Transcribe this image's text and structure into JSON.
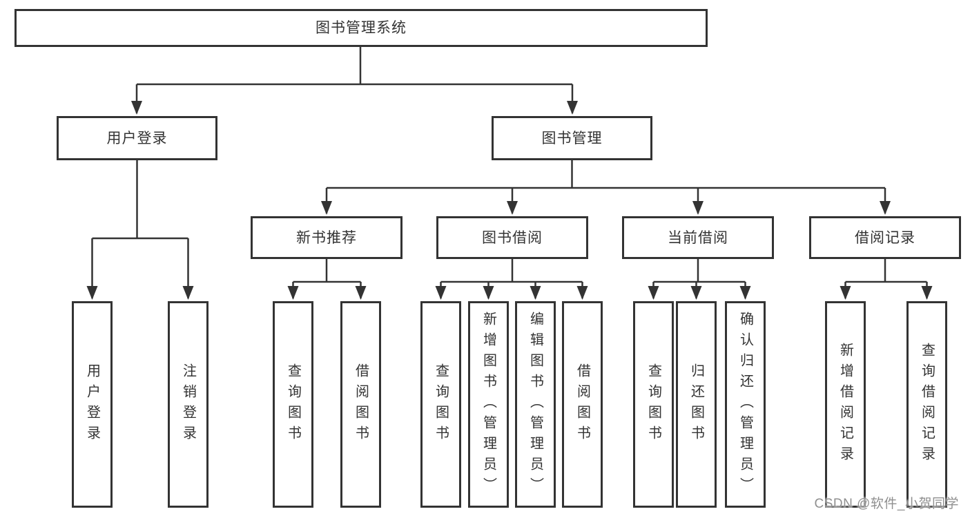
{
  "diagram": {
    "root": {
      "label": "图书管理系统"
    },
    "level2": [
      {
        "label": "用户登录"
      },
      {
        "label": "图书管理"
      }
    ],
    "level3": [
      {
        "label": "新书推荐"
      },
      {
        "label": "图书借阅"
      },
      {
        "label": "当前借阅"
      },
      {
        "label": "借阅记录"
      }
    ],
    "leaves": [
      {
        "label": "用户登录"
      },
      {
        "label": "注销登录"
      },
      {
        "label": "查询图书"
      },
      {
        "label": "借阅图书"
      },
      {
        "label": "查询图书"
      },
      {
        "label": "新增图书（管理员）"
      },
      {
        "label": "编辑图书（管理员）"
      },
      {
        "label": "借阅图书"
      },
      {
        "label": "查询图书"
      },
      {
        "label": "归还图书"
      },
      {
        "label": "确认归还（管理员）"
      },
      {
        "label": "新增借阅记录"
      },
      {
        "label": "查询借阅记录"
      }
    ],
    "watermark": "CSDN @软件_小贺同学",
    "colors": {
      "line": "#333333",
      "box_border": "#333333",
      "text": "#333333",
      "background": "#ffffff",
      "watermark": "#8f8f8f"
    }
  }
}
